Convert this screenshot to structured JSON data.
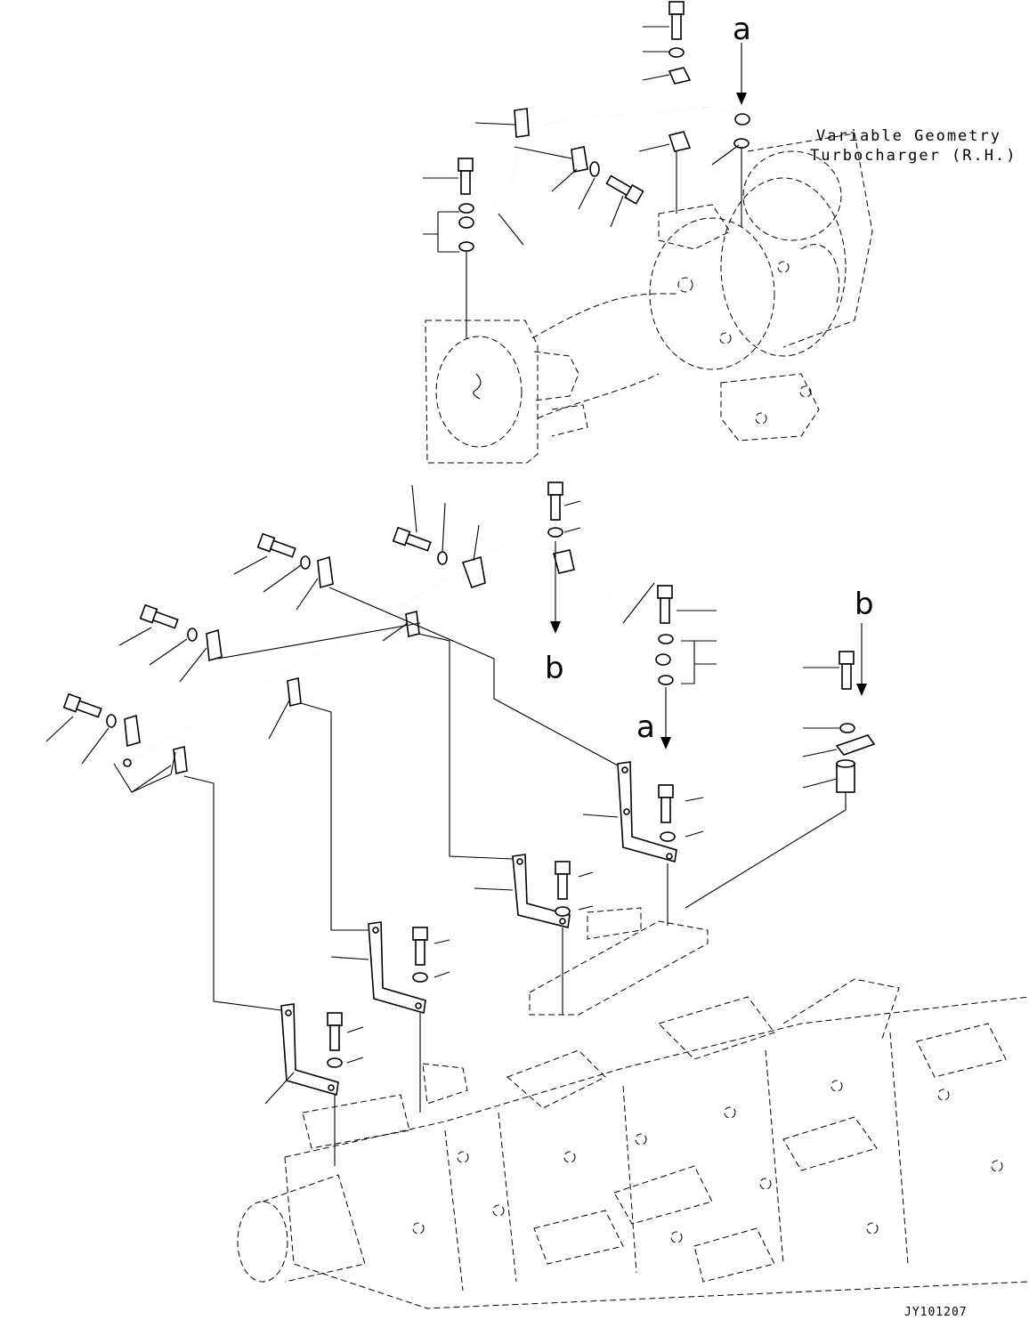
{
  "labels": {
    "turbo_caption_line1": "Variable Geometry",
    "turbo_caption_line2": "Turbocharger (R.H.)",
    "ref_a_top": "a",
    "ref_b_right": "b",
    "ref_b_left": "b",
    "ref_a_lower": "a",
    "drawing_code": "JY101207"
  },
  "colors": {
    "line": "#000000",
    "background": "#ffffff"
  },
  "icons": [
    "bolt-icon",
    "washer-icon",
    "clip-icon",
    "bracket-icon",
    "spacer-icon",
    "arrow-down-icon"
  ]
}
